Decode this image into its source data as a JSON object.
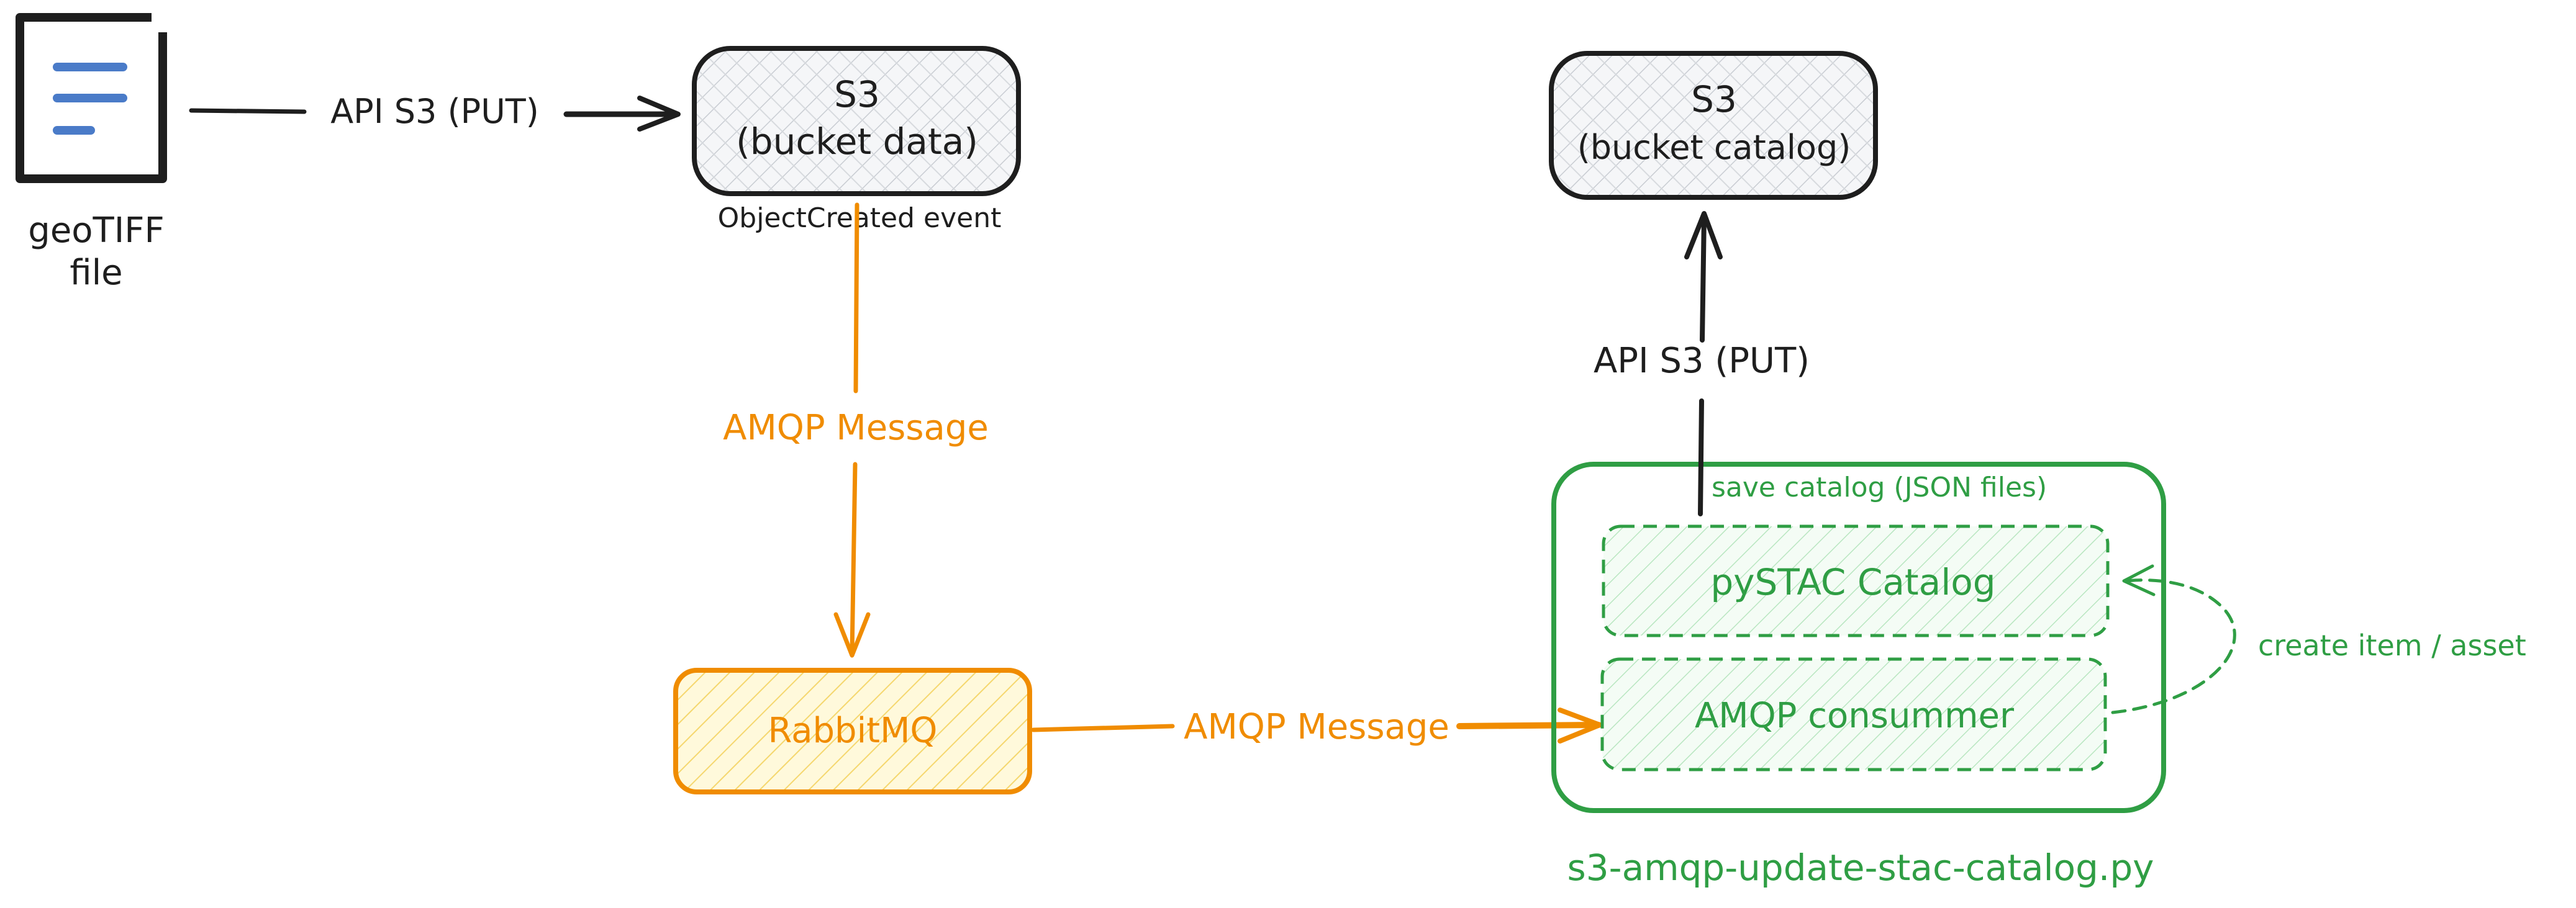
{
  "nodes": {
    "geotiff_file": {
      "label_line1": "geoTIFF",
      "label_line2": "file"
    },
    "s3_bucket_data": {
      "line1": "S3",
      "line2": "(bucket data)",
      "caption": "ObjectCreated event"
    },
    "s3_bucket_catalog": {
      "line1": "S3",
      "line2": "(bucket catalog)"
    },
    "rabbitmq": {
      "label": "RabbitMQ"
    },
    "pystac_catalog": {
      "label": "pySTAC Catalog"
    },
    "amqp_consumer": {
      "label": "AMQP consummer"
    },
    "script_container": {
      "label": "s3-amqp-update-stac-catalog.py",
      "inner_caption": "save catalog (JSON files)"
    }
  },
  "edges": {
    "file_to_s3": {
      "label": "API S3 (PUT)"
    },
    "s3_to_rabbit": {
      "label": "AMQP Message"
    },
    "rabbit_to_consumer": {
      "label": "AMQP Message"
    },
    "pystac_to_s3": {
      "label": "API S3 (PUT)"
    },
    "consumer_to_pystac": {
      "label": "create item / asset"
    }
  },
  "colors": {
    "black": "#1e1e1e",
    "orange": "#f08c00",
    "orange_fill": "#fff3bf",
    "green": "#2f9e44",
    "green_fill": "#ebfbee",
    "gray_fill": "#e9ecef",
    "doc_blue": "#4a7bc8"
  }
}
